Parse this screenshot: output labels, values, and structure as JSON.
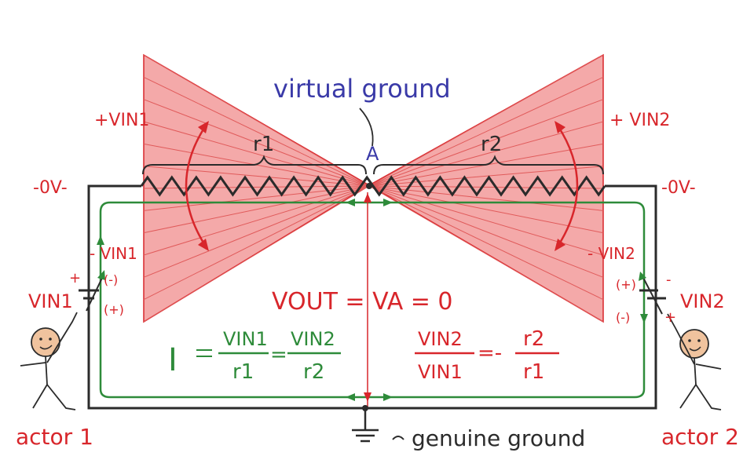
{
  "labels": {
    "virtual_ground": "virtual ground",
    "node_a": "A",
    "r1": "r1",
    "r2": "r2",
    "plus_vin1": "+VIN1",
    "plus_vin2": "+ VIN2",
    "zero_v_left": "-0V-",
    "zero_v_right": "-0V-",
    "minus_vin1": "- VIN1",
    "minus_vin2": "- VIN2",
    "vin1_source": "VIN1",
    "vin2_source": "VIN2",
    "vin1_pol_top": "(-)",
    "vin1_pol_bottom": "(+)",
    "vin1_plus": "+",
    "vin2_pol_top": "(+)",
    "vin2_pol_bottom": "(-)",
    "vin2_minus": "-",
    "vin2_plus": "+",
    "vout_equation": "VOUT = VA = 0",
    "current_symbol": "I",
    "eq1_numerator1": "VIN1",
    "eq1_denominator1": "r1",
    "eq1_numerator2": "VIN2",
    "eq1_denominator2": "r2",
    "eq_sign": "=",
    "eq2_numerator1": "VIN2",
    "eq2_denominator1": "VIN1",
    "eq2_sign": "=-",
    "eq2_numerator2": "r2",
    "eq2_denominator2": "r1",
    "genuine_ground": "genuine ground",
    "actor1": "actor 1",
    "actor2": "actor 2"
  },
  "colors": {
    "red": "#d8262b",
    "fan_fill": "#f4a9a9",
    "blue": "#3a3aa8",
    "green": "#2e8b3a",
    "wire": "#2b2b2b",
    "face": "#f0c39e"
  }
}
